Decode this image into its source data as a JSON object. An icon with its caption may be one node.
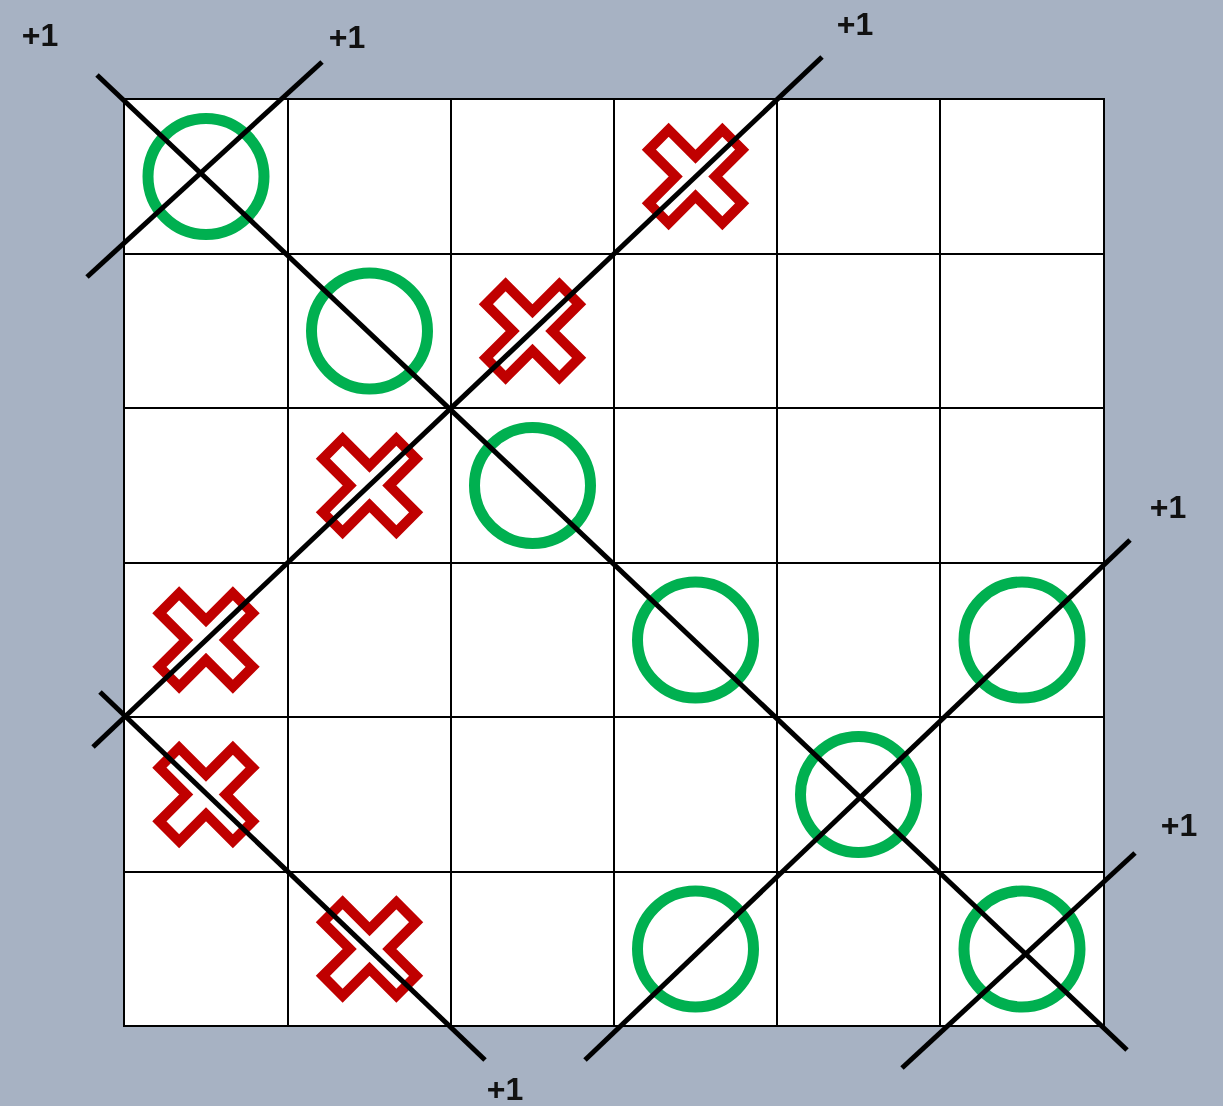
{
  "diagram": {
    "labels": [
      "+1",
      "+1",
      "+1",
      "+1",
      "+1",
      "+1"
    ]
  }
}
